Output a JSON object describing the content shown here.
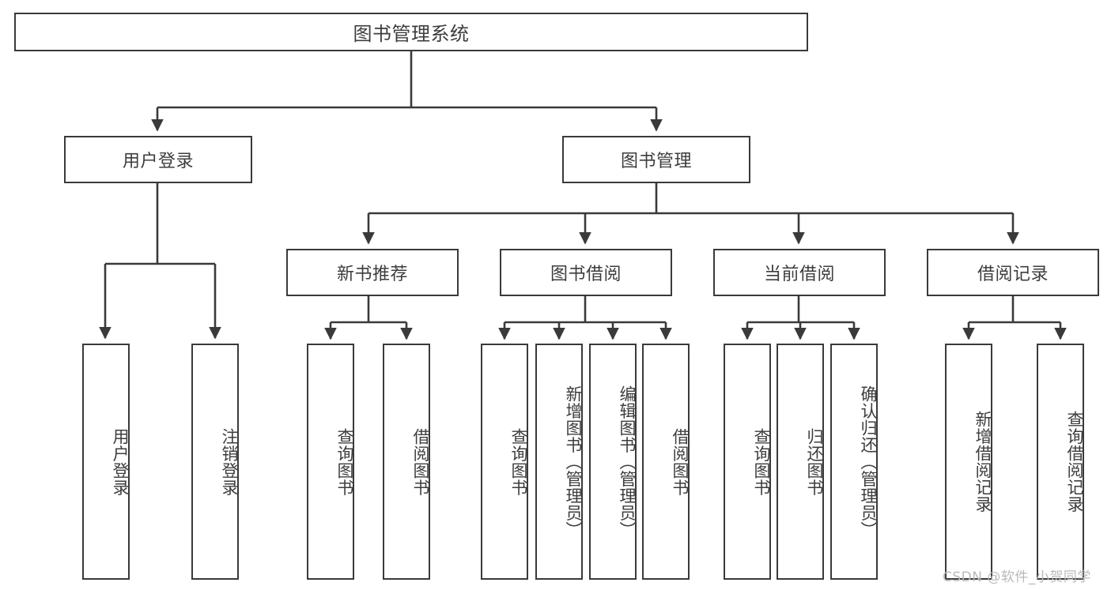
{
  "diagram": {
    "title": "图书管理系统",
    "root": {
      "label": "图书管理系统"
    },
    "level1": [
      {
        "label": "用户登录"
      },
      {
        "label": "图书管理"
      }
    ],
    "level2": [
      {
        "label": "新书推荐"
      },
      {
        "label": "图书借阅"
      },
      {
        "label": "当前借阅"
      },
      {
        "label": "借阅记录"
      }
    ],
    "leaves": {
      "user_login": [
        {
          "label": "用户登录"
        },
        {
          "label": "注销登录"
        }
      ],
      "new_book_recommend": [
        {
          "label": "查询图书"
        },
        {
          "label": "借阅图书"
        }
      ],
      "book_borrow": [
        {
          "label": "查询图书"
        },
        {
          "label": "新增图书（管理员）"
        },
        {
          "label": "编辑图书（管理员）"
        },
        {
          "label": "借阅图书"
        }
      ],
      "current_borrow": [
        {
          "label": "查询图书"
        },
        {
          "label": "归还图书"
        },
        {
          "label": "确认归还（管理员）"
        }
      ],
      "borrow_record": [
        {
          "label": "新增借阅记录"
        },
        {
          "label": "查询借阅记录"
        }
      ]
    },
    "watermark": "CSDN @软件_小贺同学",
    "colors": {
      "stroke": "#3a3a3a",
      "background": "#ffffff",
      "text": "#3d3d3d",
      "watermark": "#b9b9b9"
    }
  }
}
